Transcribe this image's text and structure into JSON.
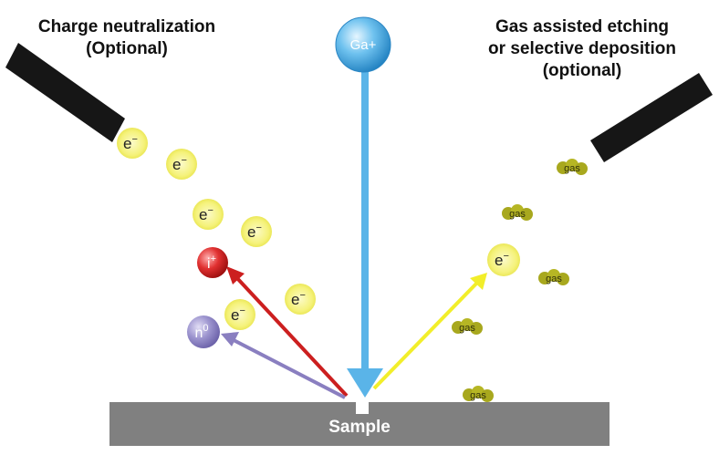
{
  "labels": {
    "left_line1": "Charge neutralization",
    "left_line2": "(Optional)",
    "right_line1": "Gas assisted etching",
    "right_line2": "or selective deposition",
    "right_line3": "(optional)",
    "sample": "Sample"
  },
  "particles": {
    "ion_beam": "Ga+",
    "electron_base": "e",
    "electron_sup": "−",
    "ion_base": "i",
    "ion_sup": "+",
    "neutral_base": "n",
    "neutral_sup": "0",
    "gas": "gas"
  },
  "colors": {
    "beam": "#5ab4e8",
    "electron": "#f3f06a",
    "ion_arrow": "#cc1f1f",
    "neutral_arrow": "#8a7fc0",
    "electron_arrow": "#f2ee2a",
    "gas": "#a8a81e",
    "sample": "#808080",
    "gun": "#161616"
  }
}
